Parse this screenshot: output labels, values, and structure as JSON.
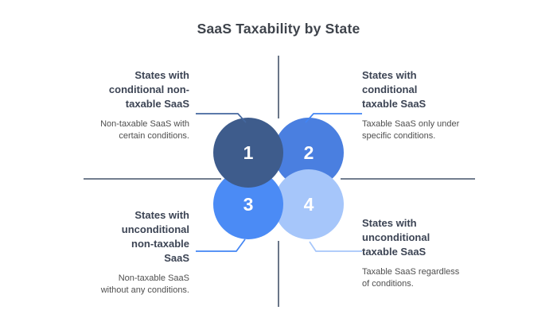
{
  "title": {
    "text": "SaaS Taxability by State"
  },
  "crosshair_color": "#44546A",
  "number_text_color": "#FFFFFF",
  "quadrants": [
    {
      "name": "top-left",
      "number": "1",
      "heading": "States with\nconditional non-\ntaxable SaaS",
      "description": "Non-taxable SaaS with\ncertain conditions.",
      "circle_color": "#3E5C8C",
      "connector_color": "#44679E"
    },
    {
      "name": "top-right",
      "number": "2",
      "heading": "States with\nconditional\ntaxable SaaS",
      "description": "Taxable SaaS only under\nspecific conditions.",
      "circle_color": "#4A7FE0",
      "connector_color": "#4285F4"
    },
    {
      "name": "bottom-left",
      "number": "3",
      "heading": "States with\nunconditional\nnon-taxable\nSaaS",
      "description": "Non-taxable SaaS\nwithout any conditions.",
      "circle_color": "#4B8BF5",
      "connector_color": "#4285F4"
    },
    {
      "name": "bottom-right",
      "number": "4",
      "heading": "States with\nunconditional\ntaxable SaaS",
      "description": "Taxable SaaS regardless\nof conditions.",
      "circle_color": "#A6C6FA",
      "connector_color": "#A6C6FA"
    }
  ]
}
